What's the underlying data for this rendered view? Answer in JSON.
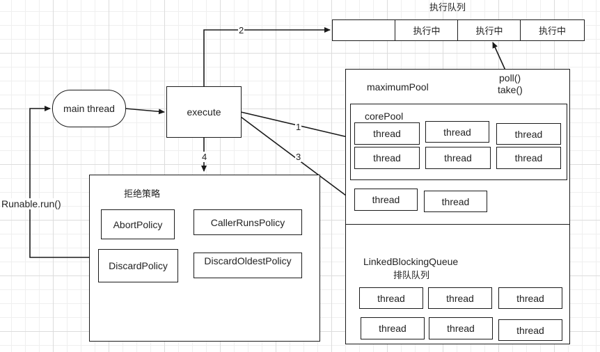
{
  "queue": {
    "title": "执行队列",
    "cells": [
      "",
      "执行中",
      "执行中",
      "执行中"
    ]
  },
  "main_thread": "main thread",
  "execute": "execute",
  "runnable_label": "Runable.run()",
  "poll_label": "poll()",
  "take_label": "take()",
  "edge_labels": {
    "e1": "1",
    "e2": "2",
    "e3": "3",
    "e4": "4"
  },
  "rejection": {
    "title": "拒绝策略",
    "policies": [
      "AbortPolicy",
      "CallerRunsPolicy",
      "DiscardPolicy",
      "DiscardOldestPolicy"
    ]
  },
  "maximum_pool": {
    "title": "maximumPool",
    "core_pool": {
      "title": "corePool",
      "threads": [
        "thread",
        "thread",
        "thread",
        "thread",
        "thread",
        "thread"
      ]
    },
    "extra_threads": [
      "thread",
      "thread"
    ]
  },
  "linked_queue": {
    "title": "LinkedBlockingQueue",
    "subtitle": "排队队列",
    "threads": [
      "thread",
      "thread",
      "thread",
      "thread",
      "thread",
      "thread"
    ]
  }
}
